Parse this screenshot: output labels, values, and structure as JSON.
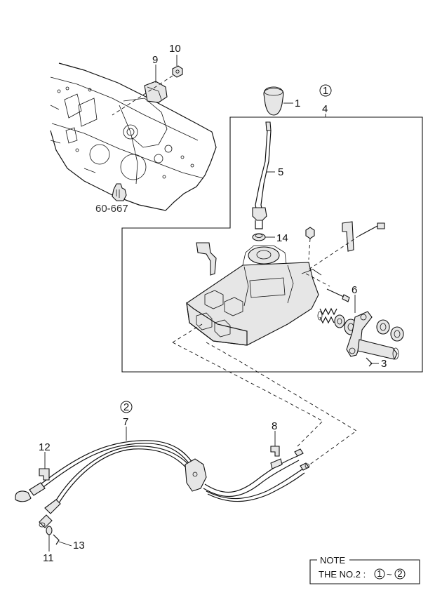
{
  "callouts": {
    "c1": "1",
    "c2": "2",
    "c3": "3",
    "c4": "4",
    "c5": "5",
    "c6": "6",
    "c7": "7",
    "c8": "8",
    "c9": "9",
    "c10": "10",
    "c11": "11",
    "c12": "12",
    "c13": "13",
    "c14": "14"
  },
  "circled_refs": {
    "ref1": "1",
    "ref2": "2"
  },
  "reference_label": "60-667",
  "note": {
    "title": "NOTE",
    "text_prefix": "THE NO.2 :",
    "range_start": "1",
    "range_sep": "~",
    "range_end": "2"
  }
}
